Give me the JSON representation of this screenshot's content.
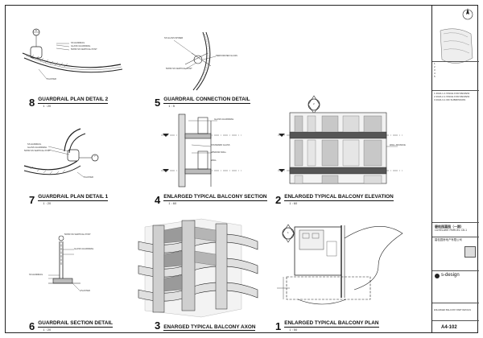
{
  "sheet": {
    "number": "A4-102",
    "title": "ENLARGED BALCONY PART DETAILS",
    "project_cn": "碧桂园瀛园（一期）",
    "project_en": "LUXELAKE PARCEL C8-1",
    "client_cn": "碧桂园房地产有限公司",
    "firm": "s-design",
    "tb_lines": [
      "1",
      "2",
      "3",
      "4",
      "5"
    ],
    "rev_rows": [
      "1  2024-1-1   ISSUE FOR REVIEW",
      "2  2024-2-1   ISSUE FOR REVIEW",
      "3  2024-3-1   DD SUBMISSION"
    ]
  },
  "drawings": [
    {
      "num": "8",
      "name": "GUARDRAIL PLAN DETAIL 2",
      "scale": "1 : 20"
    },
    {
      "num": "5",
      "name": "GUARDRAIL CONNECTION DETAIL",
      "scale": "1 : 5"
    },
    {
      "num": "7",
      "name": "GUARDRAIL PLAN DETAIL 1",
      "scale": "1 : 20"
    },
    {
      "num": "4",
      "name": "ENLARGED TYPICAL BALCONY SECTION",
      "scale": "1 : 60"
    },
    {
      "num": "2",
      "name": "ENLARGED TYPICAL BALCONY ELEVATION",
      "scale": "1 : 60"
    },
    {
      "num": "6",
      "name": "GUARDRAIL SECTION DETAIL",
      "scale": "1 : 20"
    },
    {
      "num": "3",
      "name": "ENARGED TYPICAL BALCONY AXON",
      "scale": ""
    },
    {
      "num": "1",
      "name": "ENLARGED TYPICAL BALCONY PLAN",
      "scale": "1 : 50"
    }
  ],
  "notes": {
    "d8": [
      "SS HANDRAIL",
      "GLASS GUARDRAIL",
      "50X50 SS VERTICAL POST",
      "PLASTER"
    ],
    "d5": [
      "SS GLASS SPIDER",
      "50X50 SS VERTICAL POST",
      "PERFORATED GLASS"
    ],
    "d7": [
      "SS HANDRAIL",
      "GLASS GUARDRAIL",
      "50X50 SS VERTICAL POST",
      "PLASTER"
    ],
    "d4": [
      "GLASS GUARDRAIL",
      "STANDARD GLASS",
      "WINDOW WALL",
      "WALL"
    ],
    "d2": [
      "WALL ADVANCE"
    ],
    "d6": [
      "50X50 SS VERTICAL POST",
      "GLASS GUARDRAIL",
      "SS HANDRAIL",
      "PLASTER"
    ]
  },
  "callouts": {
    "c8": "8",
    "c7": "7",
    "c4": "4",
    "c2": "2",
    "c1": "1",
    "c6": "6"
  }
}
